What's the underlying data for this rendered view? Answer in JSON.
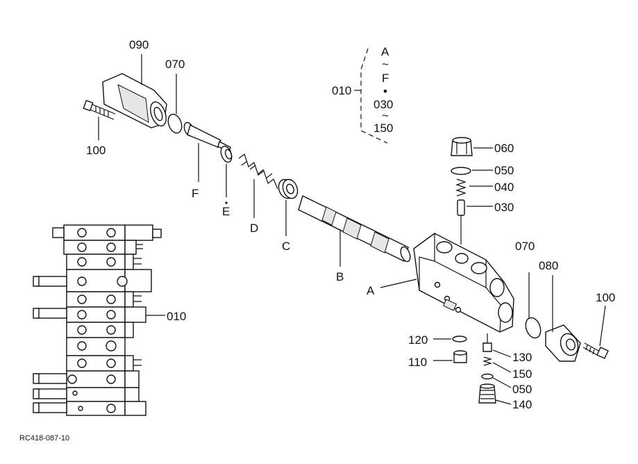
{
  "callouts": {
    "p090": "090",
    "p070_top": "070",
    "p100_left": "100",
    "pF": "F",
    "pE": "E",
    "pD": "D",
    "pC": "C",
    "pB": "B",
    "pA": "A",
    "p060": "060",
    "p050_top": "050",
    "p040": "040",
    "p030": "030",
    "p070_right": "070",
    "p080": "080",
    "p100_right": "100",
    "p120": "120",
    "p110": "110",
    "p130": "130",
    "p150": "150",
    "p050_bottom": "050",
    "p140": "140",
    "p010_assembly": "010"
  },
  "set_legend": {
    "code": "010",
    "range_start": "A",
    "range_sep": "~",
    "range_end": "F",
    "bullet": "•",
    "range2_start": "030",
    "range2_sep": "~",
    "range2_end": "150"
  },
  "drawing_id": "RC418-087-10"
}
